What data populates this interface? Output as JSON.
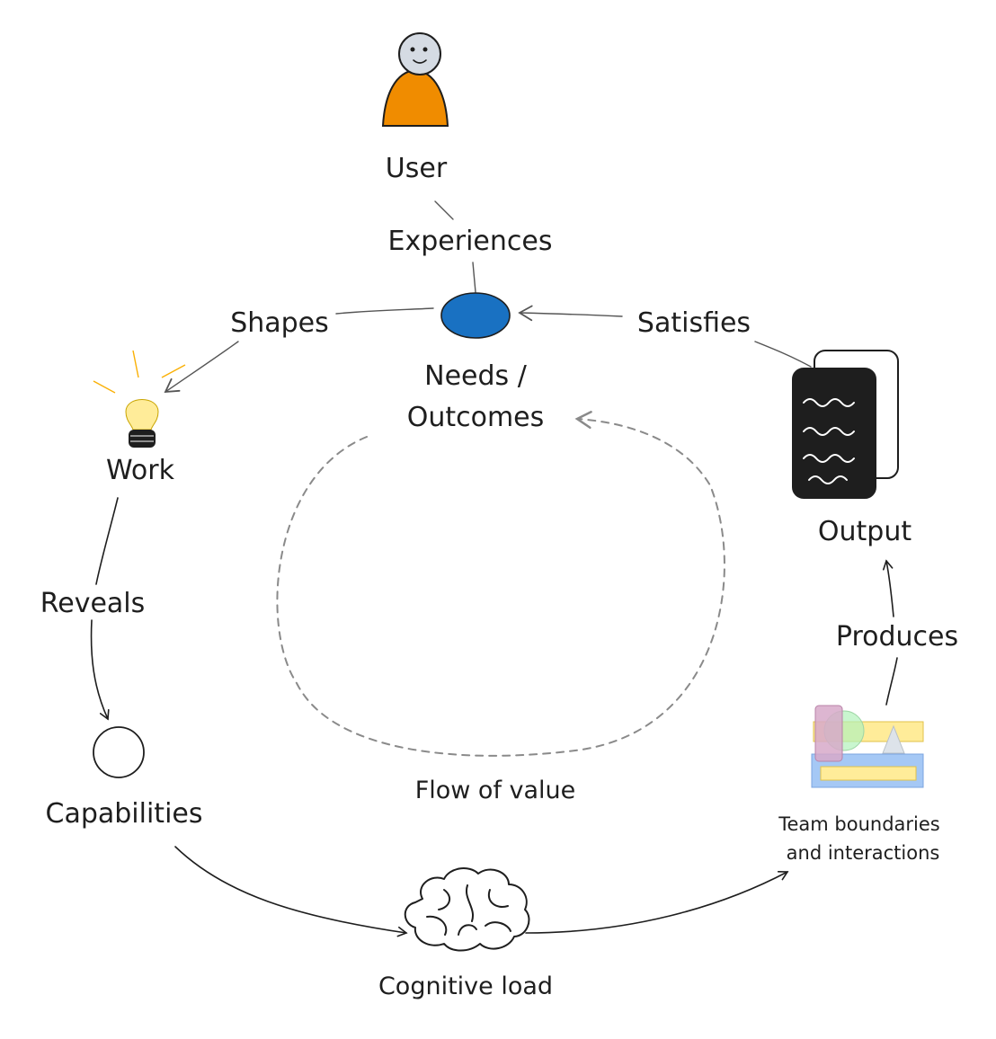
{
  "nodes": {
    "user": "User",
    "needs_line1": "Needs /",
    "needs_line2": "Outcomes",
    "work": "Work",
    "capabilities": "Capabilities",
    "cognitive_load": "Cognitive load",
    "team_line1": "Team boundaries",
    "team_line2": "and interactions",
    "output": "Output"
  },
  "edges": {
    "experiences": "Experiences",
    "shapes": "Shapes",
    "satisfies": "Satisfies",
    "reveals": "Reveals",
    "produces": "Produces",
    "flow_of_value": "Flow of value"
  },
  "colors": {
    "user_body": "#f08c00",
    "user_head": "#d5dbe3",
    "needs_fill": "#1971c2",
    "bulb_fill": "#ffec99",
    "bulb_rays": "#fab005",
    "document_fill": "#1e1e1e",
    "team_purple": "#d7a9c9",
    "team_yellow": "#ffec99",
    "team_blue": "#a5c8f5",
    "team_green": "#b2f2bb"
  }
}
